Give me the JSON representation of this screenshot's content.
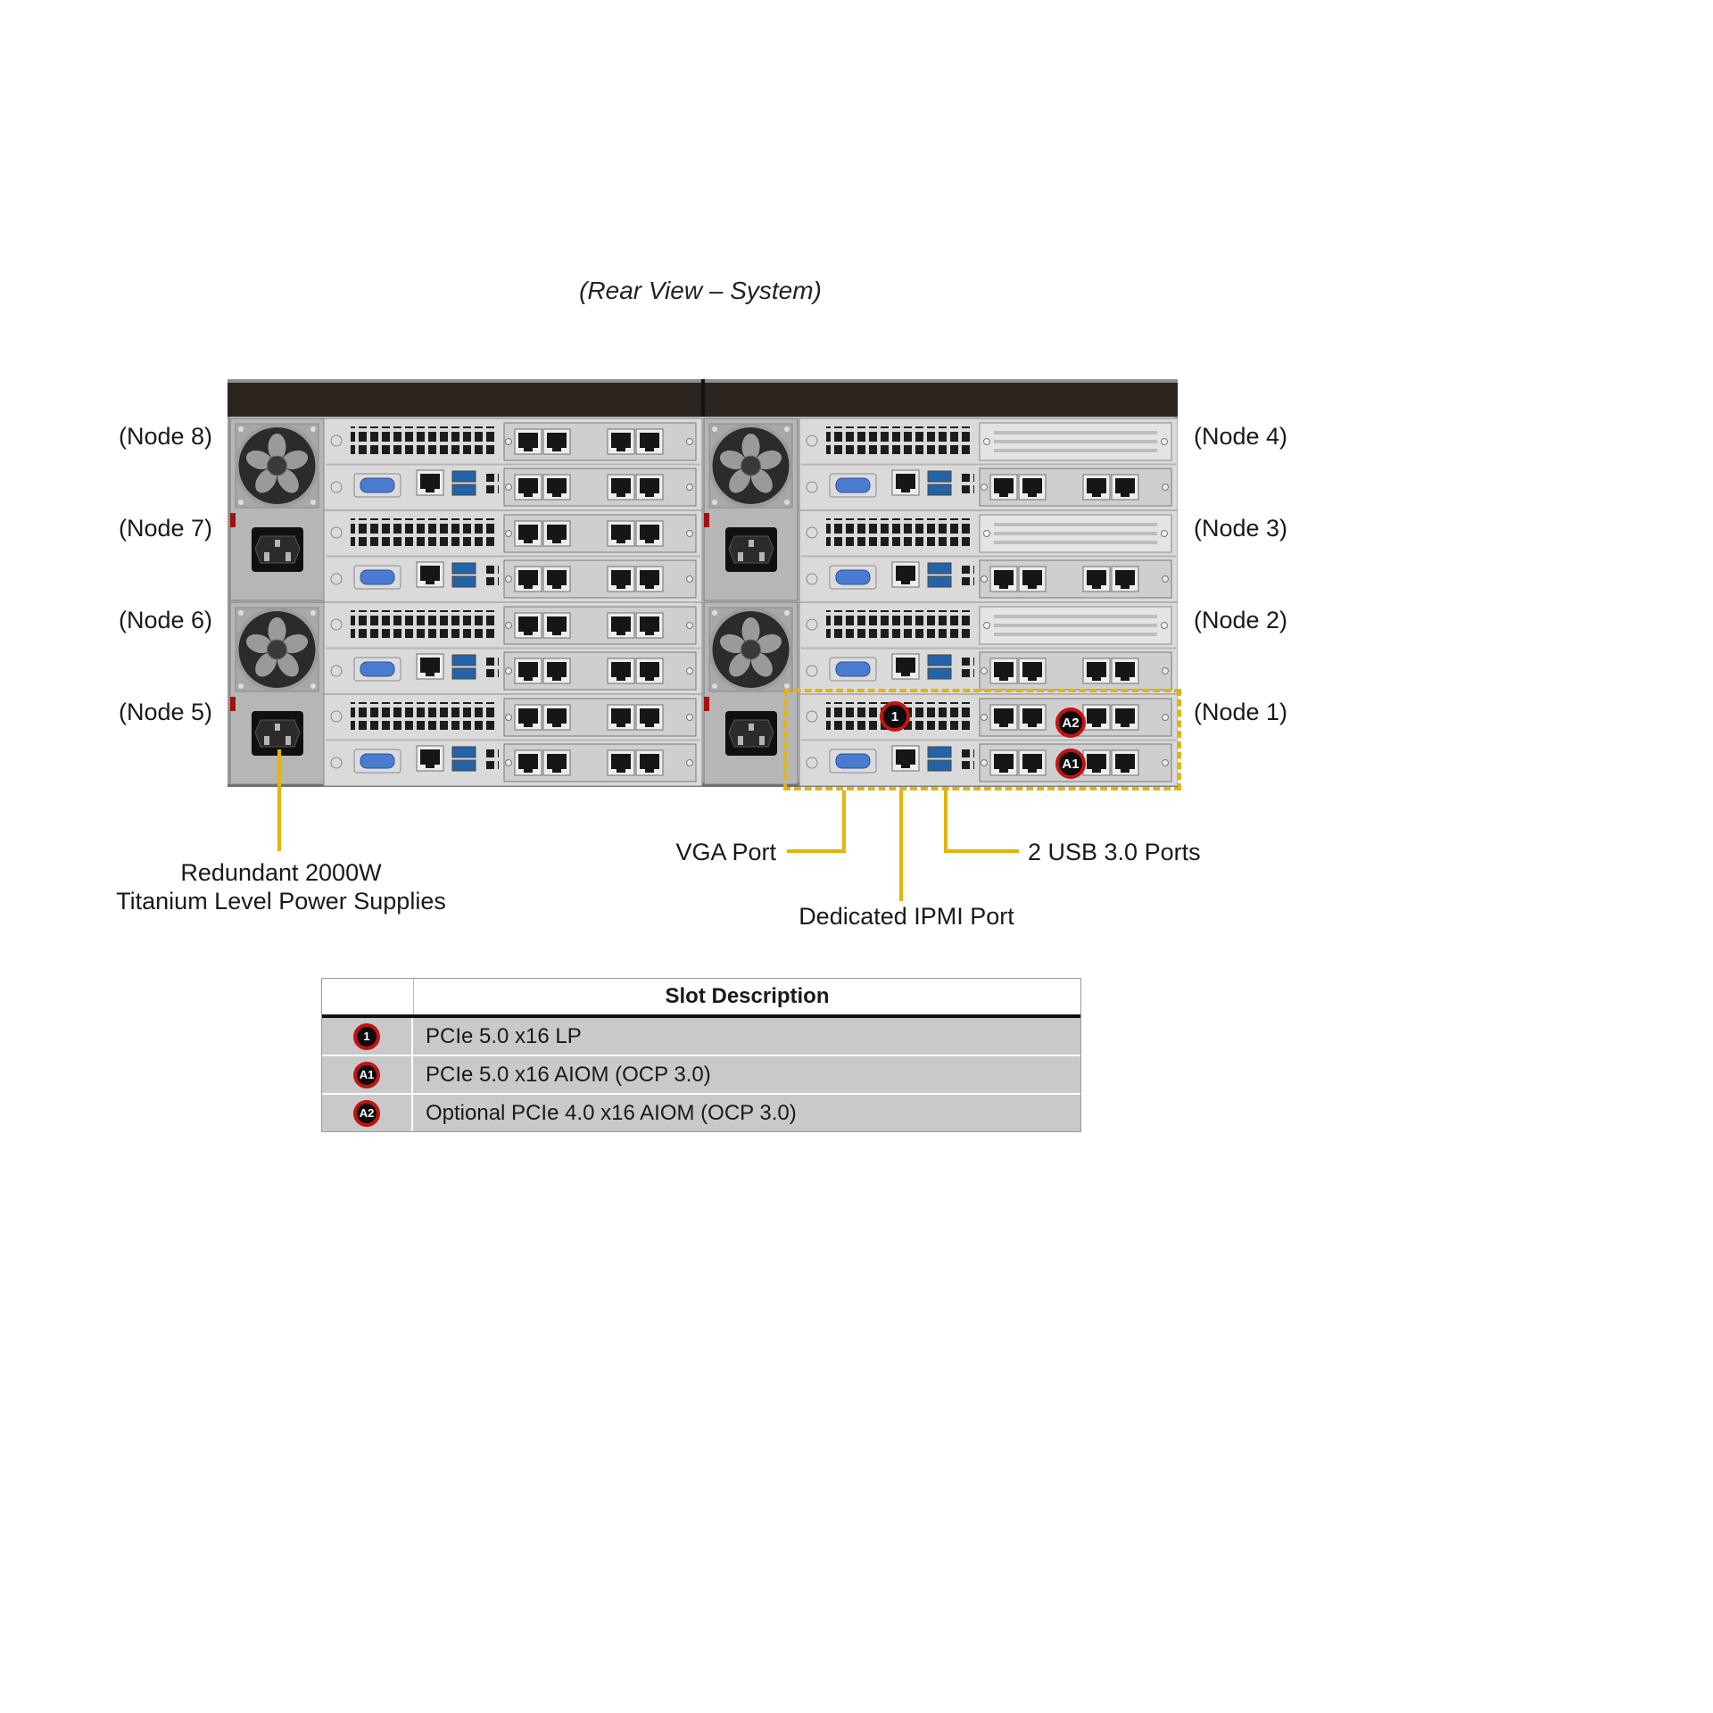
{
  "title": "(Rear View – System)",
  "nodes": {
    "left": [
      "(Node 8)",
      "(Node 7)",
      "(Node 6)",
      "(Node 5)"
    ],
    "right": [
      "(Node 4)",
      "(Node 3)",
      "(Node 2)",
      "(Node 1)"
    ]
  },
  "markers": {
    "pcie": "1",
    "aiom_a2": "A2",
    "aiom_a1": "A1"
  },
  "callouts": {
    "psu_line1": "Redundant 2000W",
    "psu_line2": "Titanium Level Power Supplies",
    "vga": "VGA Port",
    "usb": "2 USB 3.0 Ports",
    "ipmi": "Dedicated IPMI Port"
  },
  "table": {
    "header": "Slot Description",
    "rows": [
      {
        "slot": "1",
        "description": "PCIe 5.0 x16 LP"
      },
      {
        "slot": "A1",
        "description": "PCIe 5.0 x16 AIOM (OCP 3.0)"
      },
      {
        "slot": "A2",
        "description": "Optional PCIe 4.0 x16 AIOM (OCP 3.0)"
      }
    ]
  },
  "colors": {
    "accent_yellow": "#E2B40D",
    "badge_red": "#C41212",
    "row_gray": "#C9C9C9",
    "chassis_gray": "#C2C2C2"
  }
}
